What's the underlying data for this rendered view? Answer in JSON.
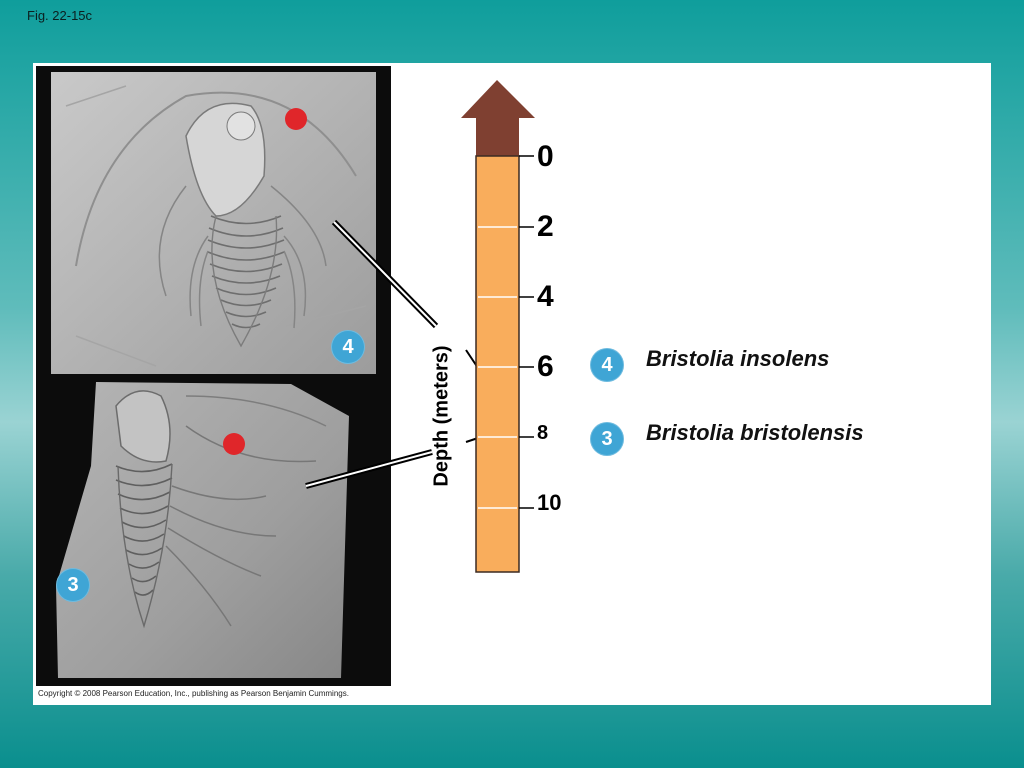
{
  "figure_label": "Fig. 22-15c",
  "copyright": "Copyright © 2008 Pearson Education, Inc., publishing as Pearson Benjamin Cummings.",
  "depth_scale": {
    "axis_label": "Depth (meters)",
    "ticks": [
      "0",
      "2",
      "4",
      "6",
      "8",
      "10"
    ],
    "colors": {
      "column": "#f9ad5c",
      "arrow": "#7f4031",
      "outline": "#3b2a22"
    }
  },
  "photos": [
    {
      "badge": "4",
      "name": "fossil-upper"
    },
    {
      "badge": "3",
      "name": "fossil-lower"
    }
  ],
  "legend": [
    {
      "badge": "4",
      "species": "Bristolia insolens"
    },
    {
      "badge": "3",
      "species": "Bristolia bristolensis"
    }
  ],
  "colors": {
    "badge": "#3fa5d5",
    "marker": "#e0262a"
  }
}
